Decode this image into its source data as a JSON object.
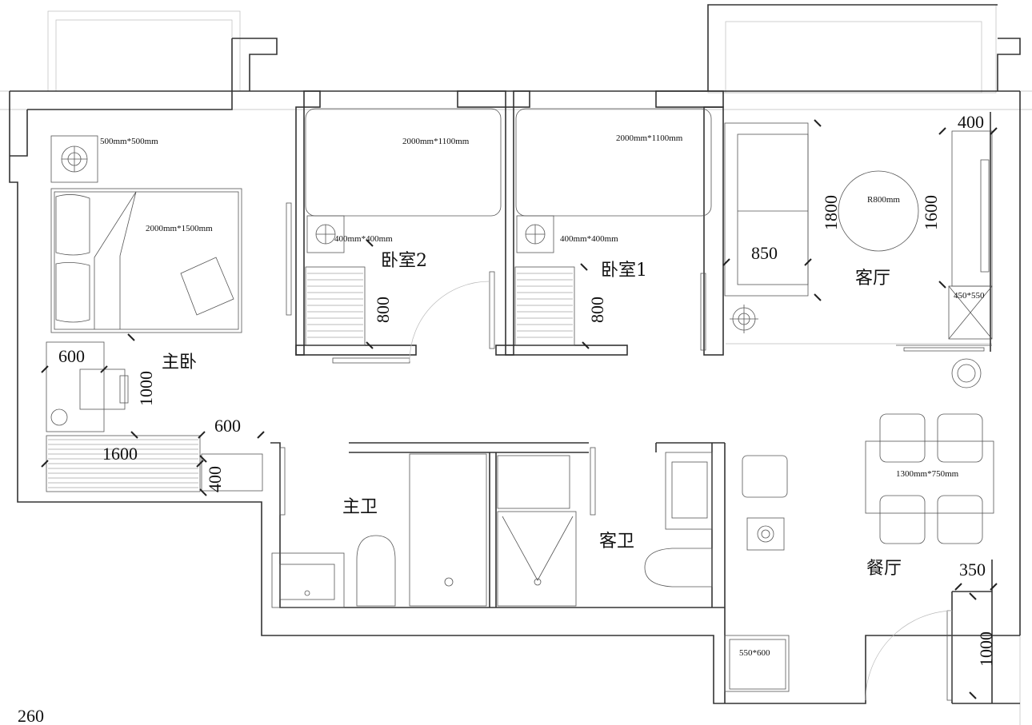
{
  "rooms": {
    "master_bedroom": "主卧",
    "bedroom2": "卧室2",
    "bedroom1": "卧室1",
    "living_room": "客厅",
    "master_bath": "主卫",
    "guest_bath": "客卫",
    "dining_room": "餐厅"
  },
  "furniture_labels": {
    "master_nightstand": "500mm*500mm",
    "master_bed": "2000mm*1500mm",
    "bed2": "2000mm*1100mm",
    "bed2_nightstand": "400mm*400mm",
    "bed1": "2000mm*1100mm",
    "bed1_nightstand": "400mm*400mm",
    "coffee_table": "R800mm",
    "tv_cabinet_side": "450*550",
    "dining_table": "1300mm*750mm",
    "laundry": "550*600"
  },
  "dimensions": {
    "desk_width": "600",
    "desk_depth": "1000",
    "master_wardrobe": "1600",
    "master_wardrobe_depth": "400",
    "closet_width": "600",
    "bed2_wardrobe": "800",
    "bed1_wardrobe": "800",
    "sofa_depth": "850",
    "sofa_length": "1800",
    "tv_depth": "400",
    "tv_length": "1600",
    "entry_cabinet_depth": "350",
    "entry_cabinet_length": "1000",
    "corner_note": "260"
  }
}
